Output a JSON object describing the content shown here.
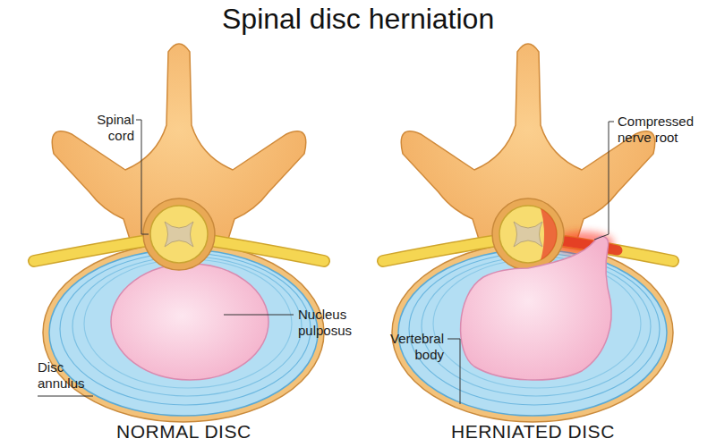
{
  "diagram": {
    "title": "Spinal disc herniation",
    "labels": [
      "Spinal cord",
      "Compressed nerve root",
      "Nucleus pulposus",
      "Disc annulus",
      "Vertebral body",
      "NORMAL DISC",
      "HERNIATED DISC"
    ]
  }
}
